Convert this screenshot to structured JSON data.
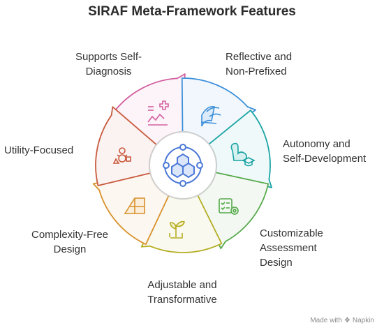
{
  "title": "SIRAF Meta-Framework Features",
  "segments": [
    {
      "label_lines": [
        "Supports Self-",
        "Diagnosis"
      ],
      "color": "#d35fa0",
      "icon": "diagnosis-chart-icon"
    },
    {
      "label_lines": [
        "Reflective and",
        "Non-Prefixed"
      ],
      "color": "#3b8fd9",
      "icon": "books-icon"
    },
    {
      "label_lines": [
        "Autonomy and",
        "Self-Development"
      ],
      "color": "#1aa3a3",
      "icon": "flexed-arm-graduation-cap-icon"
    },
    {
      "label_lines": [
        "Customizable",
        "Assessment",
        "Design"
      ],
      "color": "#55a84a",
      "icon": "checklist-gear-icon"
    },
    {
      "label_lines": [
        "Adjustable and",
        "Transformative"
      ],
      "color": "#b5ad22",
      "icon": "growing-plant-icon"
    },
    {
      "label_lines": [
        "Complexity-Free",
        "Design"
      ],
      "color": "#d8902a",
      "icon": "pyramid-layers-icon"
    },
    {
      "label_lines": [
        "Utility-Focused"
      ],
      "color": "#c85a3e",
      "icon": "shapes-utility-icon"
    }
  ],
  "center_icon": "hexagon-network-icon",
  "center_color": "#4a78d6",
  "footer": {
    "made_with": "Made with",
    "brand": "Napkin"
  }
}
